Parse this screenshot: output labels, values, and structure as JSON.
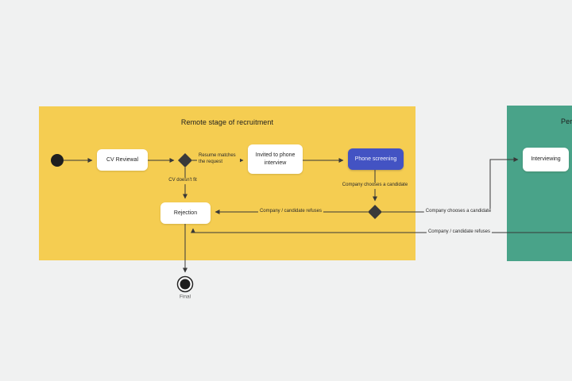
{
  "colors": {
    "background": "#F0F1F1",
    "frame_yellow": "#F5CD51",
    "frame_green": "#49A389",
    "node_blue": "#4353C3",
    "ink": "#383838"
  },
  "frames": {
    "remote": {
      "title": "Remote stage of recruitment"
    },
    "personal": {
      "title_visible": "Per"
    }
  },
  "nodes": {
    "cv_reviewal": {
      "label": "CV Reviewal"
    },
    "invited_phone_interview": {
      "label": "Invited to phone interview"
    },
    "phone_screening": {
      "label": "Phone screening"
    },
    "interviewing": {
      "label": "Interviewing"
    },
    "rejection": {
      "label": "Rejection"
    },
    "final": {
      "label": "Final"
    }
  },
  "edge_labels": {
    "resume_matches": "Resume matches the request",
    "cv_doesnt_fit": "CV doesn't fit",
    "company_chooses_candidate": "Company chooses a candidate",
    "company_chooses_candidate_2": "Company chooses a candidate",
    "company_candidate_refuses": "Company / candidate refuses",
    "company_candidate_refuses_2": "Company / candidate refuses"
  }
}
